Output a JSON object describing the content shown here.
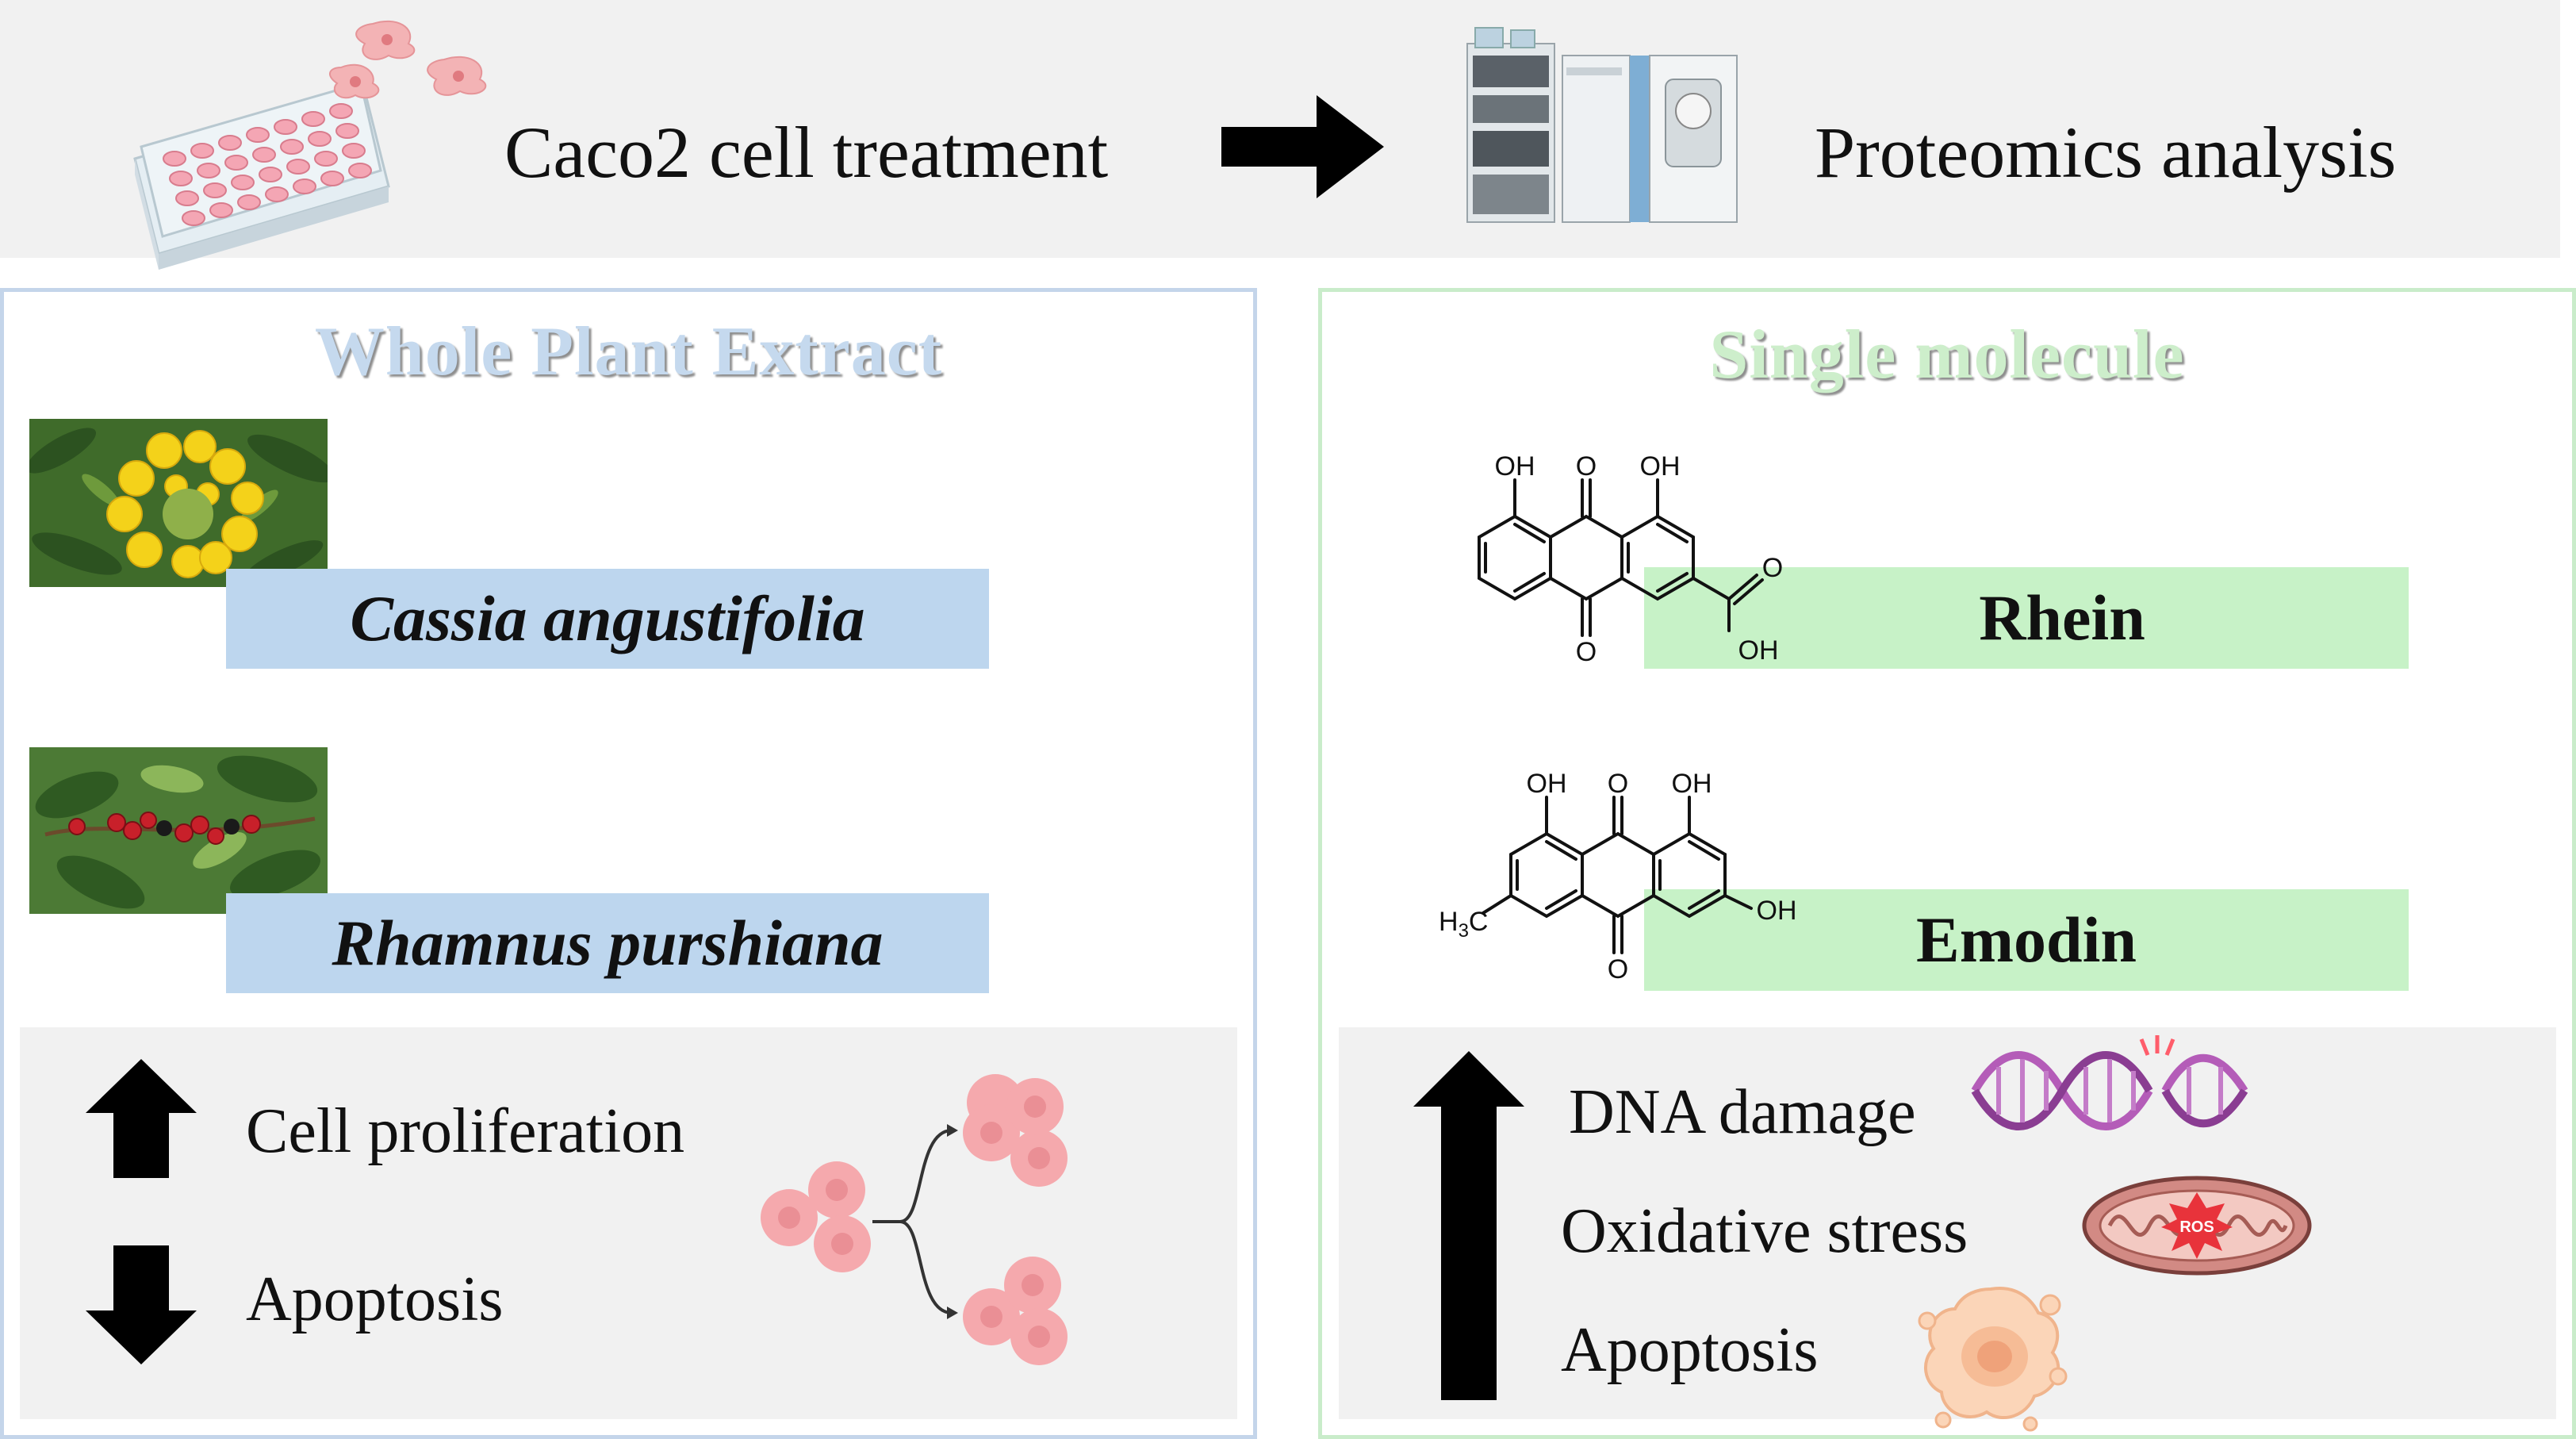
{
  "header": {
    "treatment_label": "Caco2 cell treatment",
    "analysis_label": "Proteomics analysis"
  },
  "left_panel": {
    "title": "Whole Plant Extract",
    "plants": [
      {
        "name": "Cassia angustifolia"
      },
      {
        "name": "Rhamnus purshiana"
      }
    ],
    "effects": [
      {
        "label": "Cell proliferation",
        "direction": "up"
      },
      {
        "label": "Apoptosis",
        "direction": "down"
      }
    ]
  },
  "right_panel": {
    "title": "Single molecule",
    "molecules": [
      {
        "name": "Rhein",
        "atoms": {
          "oh_left": "OH",
          "o_top": "O",
          "oh_right": "OH",
          "o_acid": "O",
          "oh_acid": "OH",
          "o_bottom": "O"
        }
      },
      {
        "name": "Emodin",
        "atoms": {
          "oh_left": "OH",
          "o_top": "O",
          "oh_right": "OH",
          "methyl_h": "H",
          "methyl_sub": "3",
          "methyl_c": "C",
          "oh_ring": "OH",
          "o_bottom": "O"
        }
      }
    ],
    "effects": [
      {
        "label": "DNA damage"
      },
      {
        "label": "Oxidative stress",
        "icon_text": "ROS"
      },
      {
        "label": "Apoptosis"
      }
    ],
    "effects_direction": "up"
  },
  "colors": {
    "blue_bar": "#bdd6ee",
    "green_bar": "#c7f2c7",
    "blue_border": "#c4d5ea",
    "green_border": "#c9ecca",
    "cell_pink": "#f5a9ad"
  }
}
